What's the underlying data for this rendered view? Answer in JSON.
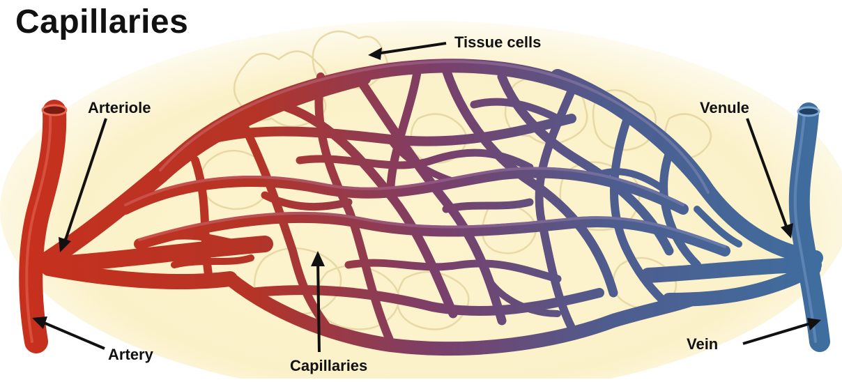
{
  "diagram": {
    "title": "Capillaries",
    "labels": {
      "tissue_cells": "Tissue cells",
      "arteriole": "Arteriole",
      "venule": "Venule",
      "artery": "Artery",
      "capillaries": "Capillaries",
      "vein": "Vein"
    }
  },
  "colors": {
    "arterial": "#c8301c",
    "venous": "#3d6fa0",
    "mixed": "#7a3f6a",
    "background": "#fbf1c9",
    "tissue": "#e8d9a5",
    "arrow": "#111111"
  }
}
